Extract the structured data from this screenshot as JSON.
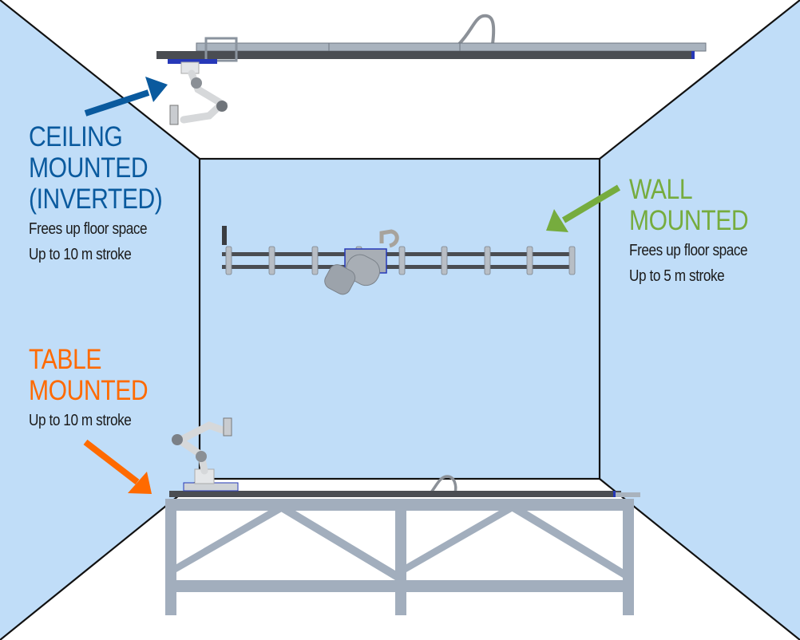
{
  "colors": {
    "wall": "#C0DDF8",
    "floor_ceiling": "#FFFFFF",
    "room_line": "#111111",
    "ceiling_accent": "#0A5A9E",
    "wall_accent": "#76AC3E",
    "table_accent": "#FF6A00",
    "rail_dark": "#4A4D52",
    "rail_light": "#A9B3BE",
    "frame": "#A2AEBD",
    "robot_body": "#D6D8DA",
    "robot_gray": "#A8AEB5",
    "carriage_blue": "#2638B8"
  },
  "callouts": {
    "ceiling": {
      "title_lines": [
        "CEILING",
        "MOUNTED",
        "(INVERTED)"
      ],
      "details": [
        "Frees up floor space",
        "Up to 10 m stroke"
      ],
      "arrow": "arrow-up-right"
    },
    "wall": {
      "title_lines": [
        "WALL",
        "MOUNTED"
      ],
      "details": [
        "Frees up floor space",
        "Up to 5 m stroke"
      ],
      "arrow": "arrow-down-left"
    },
    "table": {
      "title_lines": [
        "TABLE",
        "MOUNTED"
      ],
      "details": [
        "Up to 10 m stroke"
      ],
      "arrow": "arrow-down-right"
    }
  },
  "illustrations": {
    "ceiling": "ceiling-mounted-linear-track-with-inverted-cobot",
    "wall": "wall-mounted-dual-rail-track-with-robot",
    "table": "table-mounted-linear-track-with-cobot-on-steel-frame"
  }
}
